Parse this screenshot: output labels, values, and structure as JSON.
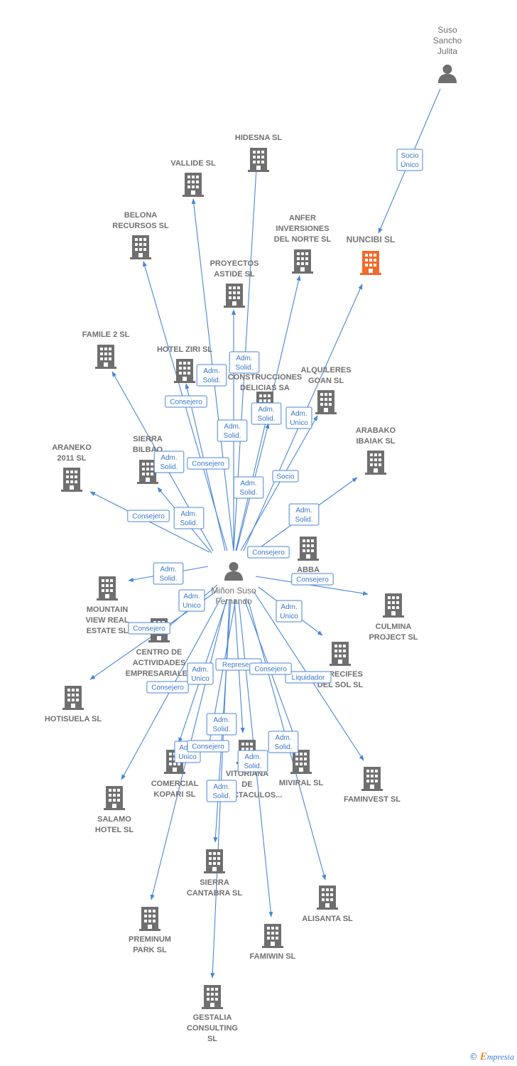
{
  "colors": {
    "edge": "#4a86d6",
    "building": "#6f6f6f",
    "focus_building": "#f26a2e",
    "person": "#6f6f6f"
  },
  "persons": [
    {
      "id": "suso",
      "lines": [
        "Suso",
        "Sancho",
        "Julita"
      ]
    },
    {
      "id": "minon",
      "lines": [
        "Miñon Suso",
        "Fernando"
      ]
    }
  ],
  "companies": [
    {
      "id": "nuncibi",
      "lines": [
        "NUNCIBI  SL"
      ],
      "focus": true
    },
    {
      "id": "hidesna",
      "lines": [
        "HIDESNA SL"
      ]
    },
    {
      "id": "vallide",
      "lines": [
        "VALLIDE SL"
      ]
    },
    {
      "id": "belona",
      "lines": [
        "BELONA",
        "RECURSOS SL"
      ]
    },
    {
      "id": "anfer",
      "lines": [
        "ANFER",
        "INVERSIONES",
        "DEL NORTE  SL"
      ]
    },
    {
      "id": "proyectos",
      "lines": [
        "PROYECTOS",
        "ASTIDE SL"
      ]
    },
    {
      "id": "famile",
      "lines": [
        "FAMILE 2  SL"
      ]
    },
    {
      "id": "hotelziri",
      "lines": [
        "HOTEL ZIRI  SL"
      ]
    },
    {
      "id": "construcciones",
      "lines": [
        "CONSTRUCCIONES",
        "DELICIAS SA"
      ]
    },
    {
      "id": "alquileres",
      "lines": [
        "ALQUILERES",
        "GOAN  SL"
      ]
    },
    {
      "id": "araneko",
      "lines": [
        "ARANEKO",
        "2011 SL"
      ]
    },
    {
      "id": "sierrabilbao",
      "lines": [
        "SIERRA",
        "BILBAO"
      ]
    },
    {
      "id": "arabako",
      "lines": [
        "ARABAKO",
        "IBAIAK SL"
      ]
    },
    {
      "id": "abba",
      "lines": [
        "ABBA",
        "HO..."
      ]
    },
    {
      "id": "mountain",
      "lines": [
        "MOUNTAIN",
        "VIEW REAL",
        "ESTATE SL"
      ]
    },
    {
      "id": "culmina",
      "lines": [
        "CULMINA",
        "PROJECT SL"
      ]
    },
    {
      "id": "centro",
      "lines": [
        "CENTRO DE",
        "ACTIVIDADES",
        "EMPRESARIALES"
      ]
    },
    {
      "id": "arrecifes",
      "lines": [
        "ARRECIFES",
        "DEL SOL SL"
      ]
    },
    {
      "id": "hotisuela",
      "lines": [
        "HOTISUELA  SL"
      ]
    },
    {
      "id": "comercial",
      "lines": [
        "COMERCIAL",
        "KOPARI SL"
      ]
    },
    {
      "id": "vitoriana",
      "lines": [
        "VITORIANA",
        "DE",
        "ESPECTACULOS..."
      ]
    },
    {
      "id": "miviral",
      "lines": [
        "MIVIRAL  SL"
      ]
    },
    {
      "id": "faminvest",
      "lines": [
        "FAMINVEST  SL"
      ]
    },
    {
      "id": "salamo",
      "lines": [
        "SALAMO",
        "HOTEL  SL"
      ]
    },
    {
      "id": "sierracantabra",
      "lines": [
        "SIERRA",
        "CANTABRA SL"
      ]
    },
    {
      "id": "alisanta",
      "lines": [
        "ALISANTA SL"
      ]
    },
    {
      "id": "preminum",
      "lines": [
        "PREMINUM",
        "PARK SL"
      ]
    },
    {
      "id": "famiwin",
      "lines": [
        "FAMIWIN  SL"
      ]
    },
    {
      "id": "gestalia",
      "lines": [
        "GESTALIA",
        "CONSULTING",
        "SL"
      ]
    }
  ],
  "relations": [
    {
      "from": "suso",
      "to": "nuncibi",
      "lines": [
        "Socio",
        "Único"
      ]
    },
    {
      "from": "minon",
      "to": "hidesna",
      "lines": [
        "Adm.",
        "Solid."
      ]
    },
    {
      "from": "minon",
      "to": "vallide",
      "lines": [
        "Adm.",
        "Solid."
      ]
    },
    {
      "from": "minon",
      "to": "belona",
      "lines": [
        "Consejero"
      ]
    },
    {
      "from": "minon",
      "to": "proyectos",
      "lines": [
        "Adm.",
        "Solid."
      ]
    },
    {
      "from": "minon",
      "to": "hotelziri",
      "lines": [
        "Consejero"
      ]
    },
    {
      "from": "minon",
      "to": "construcciones",
      "lines": [
        "Adm.",
        "Solid."
      ]
    },
    {
      "from": "minon",
      "to": "anfer",
      "lines": [
        "Adm.",
        "Solid."
      ]
    },
    {
      "from": "minon",
      "to": "alquileres",
      "lines": [
        "Adm.",
        "Unico"
      ]
    },
    {
      "from": "minon",
      "to": "nuncibi",
      "lines": [
        "Socio"
      ]
    },
    {
      "from": "minon",
      "to": "famile",
      "lines": [
        "Adm.",
        "Solid."
      ]
    },
    {
      "from": "minon",
      "to": "araneko",
      "lines": [
        "Consejero"
      ]
    },
    {
      "from": "minon",
      "to": "sierrabilbao",
      "lines": [
        "Adm.",
        "Solid."
      ]
    },
    {
      "from": "minon",
      "to": "arabako",
      "lines": [
        "Adm.",
        "Solid."
      ]
    },
    {
      "from": "minon",
      "to": "abba",
      "lines": [
        "Consejero"
      ]
    },
    {
      "from": "minon",
      "to": "mountain",
      "lines": [
        "Adm.",
        "Solid."
      ]
    },
    {
      "from": "minon",
      "to": "culmina",
      "lines": [
        "Consejero"
      ]
    },
    {
      "from": "minon",
      "to": "centro",
      "lines": [
        "Adm.",
        "Unico"
      ]
    },
    {
      "from": "minon",
      "to": "arrecifes",
      "lines": [
        "Adm.",
        "Unico"
      ]
    },
    {
      "from": "minon",
      "to": "hotisuela",
      "lines": [
        "Consejero"
      ]
    },
    {
      "from": "minon",
      "to": "faminvest",
      "lines": [
        "Liquidador"
      ]
    },
    {
      "from": "minon",
      "to": "salamo",
      "lines": [
        "Consejero"
      ]
    },
    {
      "from": "minon",
      "to": "comercial",
      "lines": [
        "Adm.",
        "Unico"
      ]
    },
    {
      "from": "minon",
      "to": "vitoriana",
      "lines": [
        "Represe..."
      ]
    },
    {
      "from": "minon",
      "to": "miviral",
      "lines": [
        "Consejero"
      ]
    },
    {
      "from": "minon",
      "to": "sierracantabra",
      "lines": [
        "Adm.",
        "Solid."
      ]
    },
    {
      "from": "minon",
      "to": "alisanta",
      "lines": [
        "Adm.",
        "Solid."
      ]
    },
    {
      "from": "minon",
      "to": "preminum",
      "lines": [
        "Adm.",
        "Unico"
      ]
    },
    {
      "from": "minon",
      "to": "famiwin",
      "lines": [
        "Adm.",
        "Solid."
      ]
    },
    {
      "from": "minon",
      "to": "gestalia",
      "lines": [
        "Adm.",
        "Solid."
      ]
    },
    {
      "from": "minon",
      "to": "vitoriana",
      "lines": [
        "Consejero"
      ]
    }
  ],
  "footer": {
    "copyright_symbol": "©",
    "brand_initial": "E",
    "brand_rest": "mpresia"
  }
}
